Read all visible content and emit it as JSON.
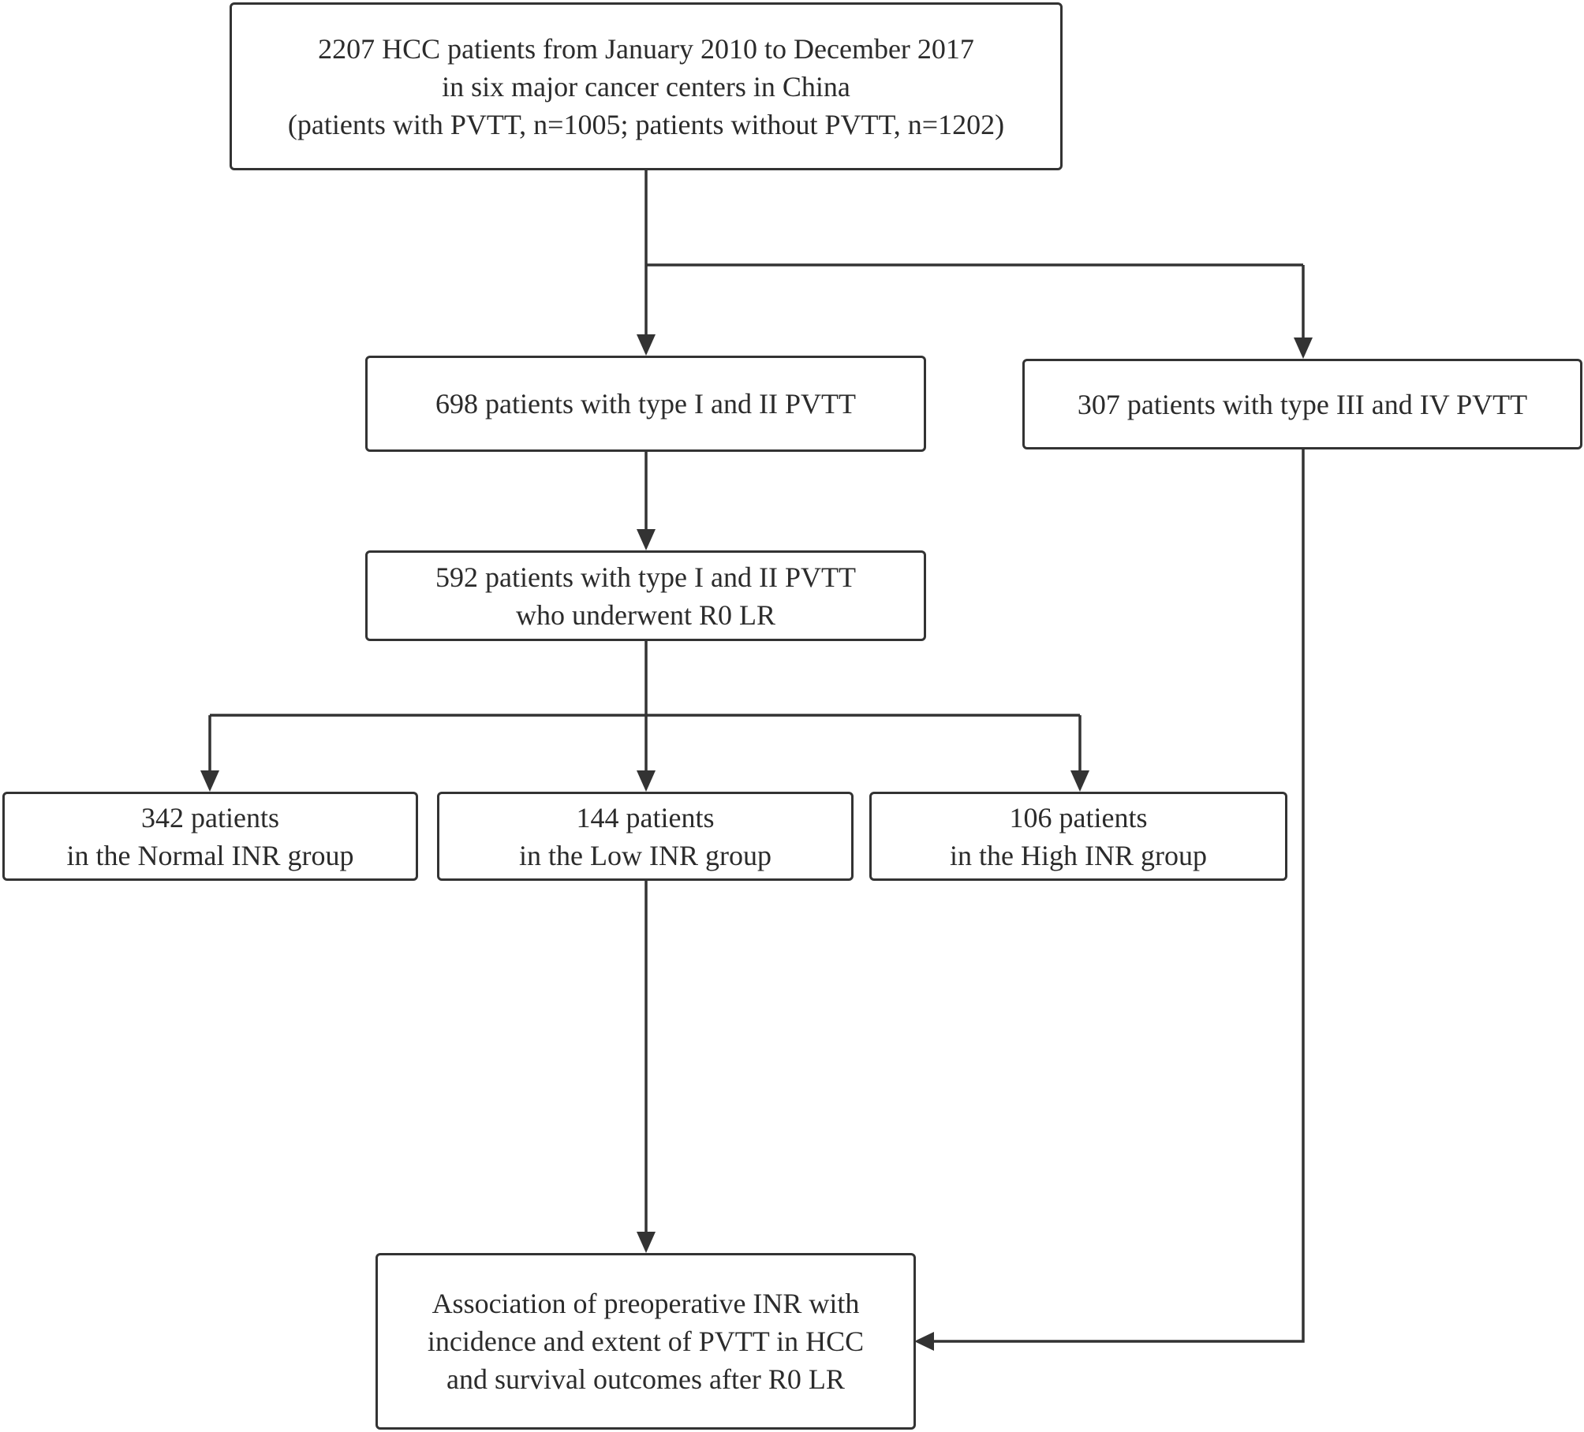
{
  "nodes": {
    "source": {
      "lines": [
        "2207 HCC patients from January 2010 to December 2017",
        "in six major cancer centers in China",
        "(patients with PVTT, n=1005; patients without PVTT, n=1202)"
      ]
    },
    "type12": {
      "lines": [
        "698 patients with type I and II PVTT"
      ]
    },
    "type34": {
      "lines": [
        "307 patients with type III and IV PVTT"
      ]
    },
    "r0lr": {
      "lines": [
        "592 patients with type I and II PVTT",
        "who underwent R0 LR"
      ]
    },
    "normal": {
      "lines": [
        "342 patients",
        "in the Normal INR group"
      ]
    },
    "low": {
      "lines": [
        "144 patients",
        "in the Low INR group"
      ]
    },
    "high": {
      "lines": [
        "106 patients",
        "in the High INR group"
      ]
    },
    "outcome": {
      "lines": [
        "Association of preoperative INR with",
        "incidence and extent of PVTT in HCC",
        "and survival outcomes after R0 LR"
      ]
    }
  },
  "colors": {
    "stroke": "#333333",
    "text": "#2b2b2b",
    "background": "#ffffff"
  }
}
